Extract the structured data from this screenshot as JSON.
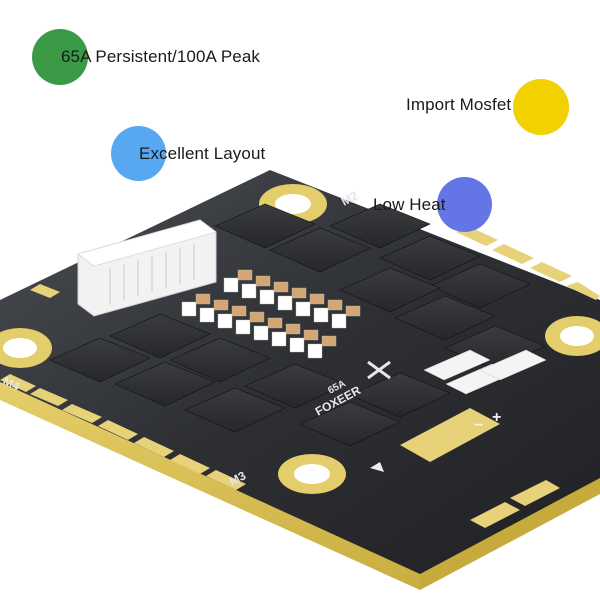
{
  "callouts": [
    {
      "text": "65A Persistent/100A Peak",
      "color": "#3a9a46"
    },
    {
      "text": "Import Mosfet",
      "color": "#f2d100"
    },
    {
      "text": "Excellent Layout",
      "color": "#57a8f1"
    },
    {
      "text": "Low Heat",
      "color": "#6476e6"
    }
  ],
  "board": {
    "brand": "FOXEER",
    "rating": "65A",
    "motor_labels": [
      "M2",
      "M4",
      "M3"
    ],
    "polarity": {
      "minus": "−",
      "plus": "+"
    },
    "colors": {
      "pcb": "#2a2c30",
      "edge": "#d8c25a",
      "pad": "#e9d47a"
    }
  }
}
